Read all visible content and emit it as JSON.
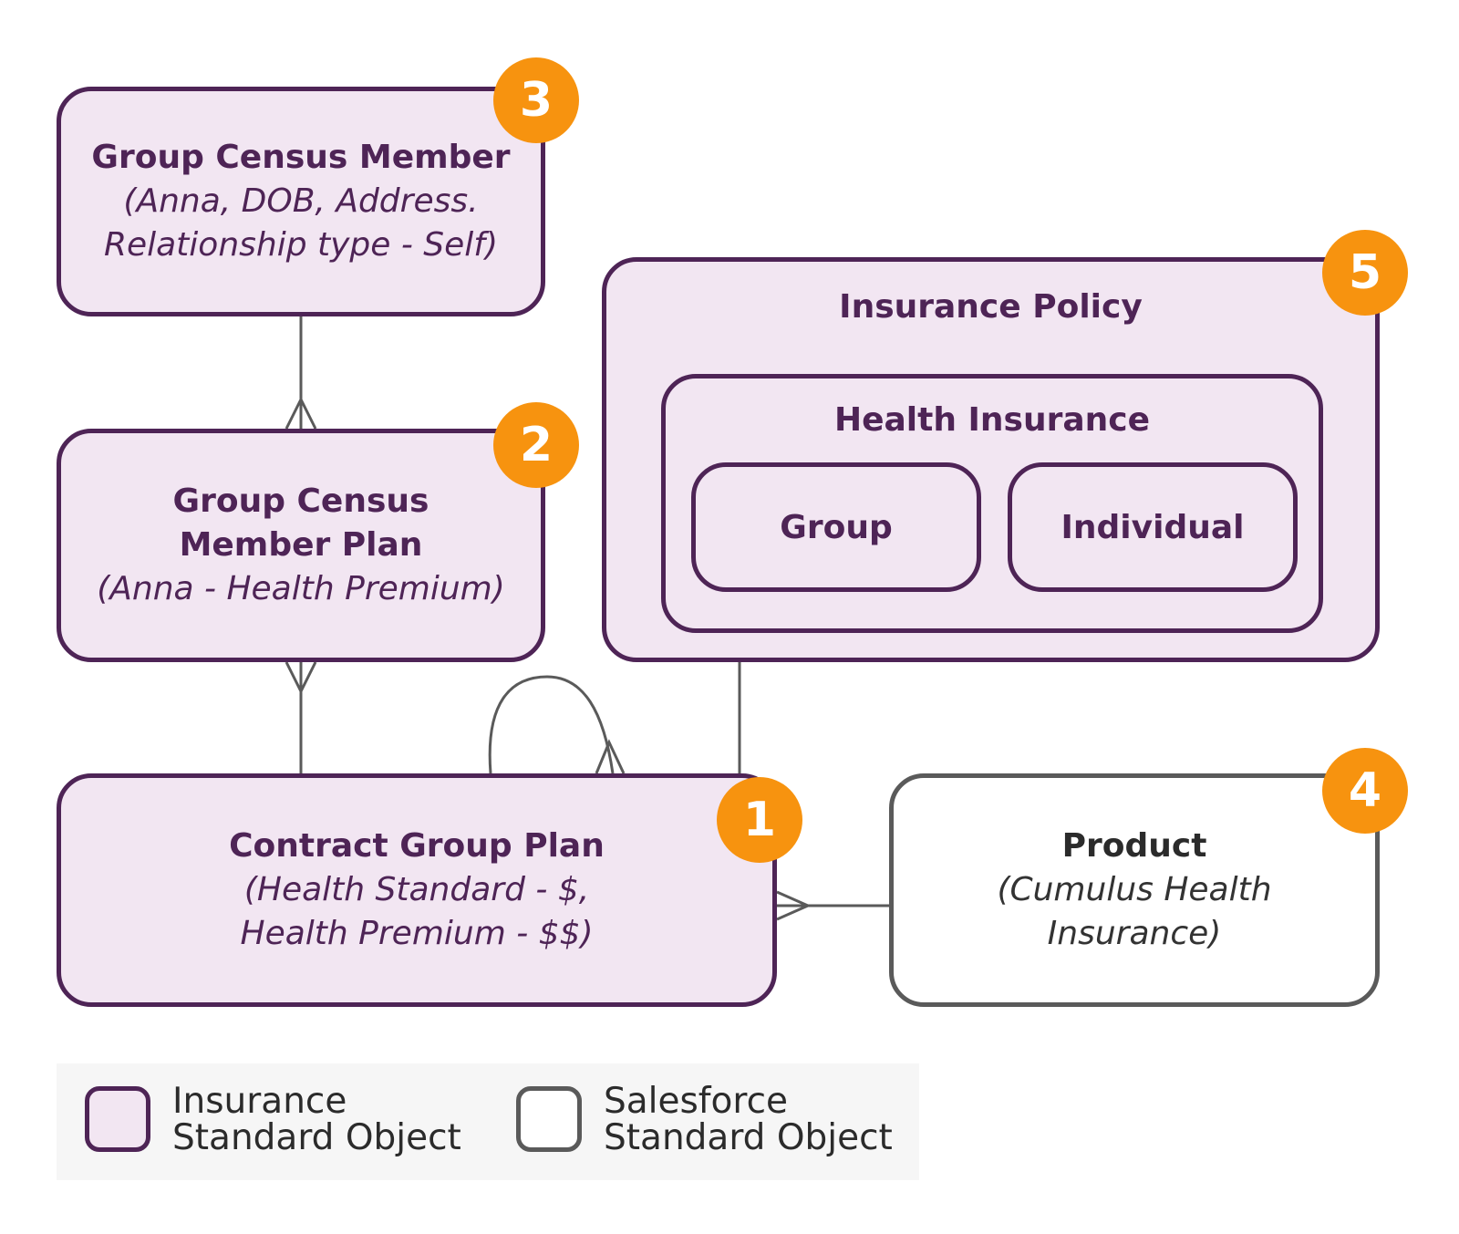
{
  "boxes": {
    "group_census_member": {
      "badge": "3",
      "title": "Group Census Member",
      "detail_line1": "(Anna, DOB, Address.",
      "detail_line2": "Relationship type - Self)"
    },
    "group_census_member_plan": {
      "badge": "2",
      "title_line1": "Group Census",
      "title_line2": "Member Plan",
      "detail_line1": "(Anna - Health Premium)"
    },
    "contract_group_plan": {
      "badge": "1",
      "title": "Contract Group Plan",
      "detail_line1": "(Health Standard - $,",
      "detail_line2": "Health Premium - $$)"
    },
    "product": {
      "badge": "4",
      "title": "Product",
      "detail_line1": "(Cumulus Health",
      "detail_line2": "Insurance)"
    },
    "insurance_policy": {
      "badge": "5",
      "title": "Insurance Policy",
      "health_insurance": {
        "title": "Health Insurance",
        "group": "Group",
        "individual": "Individual"
      }
    }
  },
  "legend": {
    "insurance_line1": "Insurance",
    "insurance_line2": "Standard Object",
    "salesforce_line1": "Salesforce",
    "salesforce_line2": "Standard Object"
  },
  "colors": {
    "insurance_fill": "#f2e6f2",
    "insurance_border": "#4e2456",
    "salesforce_border": "#5a5a5a",
    "badge": "#f7930f",
    "connector": "#5a5a5a"
  }
}
